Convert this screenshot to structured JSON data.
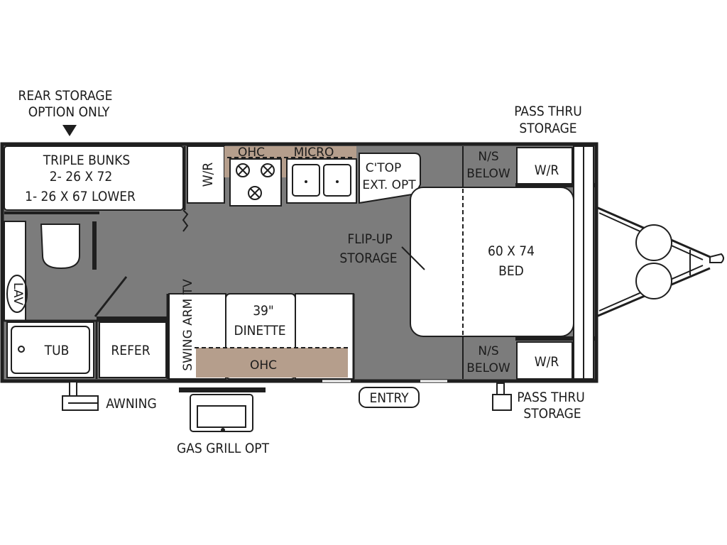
{
  "colors": {
    "floor": "#7c7c7c",
    "wall": "#1f1f1f",
    "overhead_cabinet": "#b59e8c",
    "furniture": "#ffffff"
  },
  "labels": {
    "rear_storage_line1": "REAR STORAGE",
    "rear_storage_line2": "OPTION ONLY",
    "bunks_line1": "TRIPLE BUNKS",
    "bunks_line2": "2- 26 X 72",
    "bunks_line3": "1- 26 X 67 LOWER",
    "wr_top_left": "W/R",
    "ohc_top": "OHC",
    "micro": "MICRO",
    "ctop_line1": "C'TOP",
    "ctop_line2": "EXT. OPT",
    "ns_below_top_line1": "N/S",
    "ns_below_top_line2": "BELOW",
    "wr_top_right": "W/R",
    "pass_thru_top_line1": "PASS THRU",
    "pass_thru_top_line2": "STORAGE",
    "flip_up_line1": "FLIP-UP",
    "flip_up_line2": "STORAGE",
    "bed_line1": "60 X 74",
    "bed_line2": "BED",
    "dinette_line1": "39\"",
    "dinette_line2": "DINETTE",
    "ohc_bottom": "OHC",
    "swing_arm_tv": "SWING ARM TV",
    "tub": "TUB",
    "refer": "REFER",
    "lav": "LAV",
    "ns_below_bottom_line1": "N/S",
    "ns_below_bottom_line2": "BELOW",
    "wr_bottom_right": "W/R",
    "awning": "AWNING",
    "entry": "ENTRY",
    "pass_thru_bottom_line1": "PASS THRU",
    "pass_thru_bottom_line2": "STORAGE",
    "gas_grill": "GAS GRILL OPT"
  }
}
